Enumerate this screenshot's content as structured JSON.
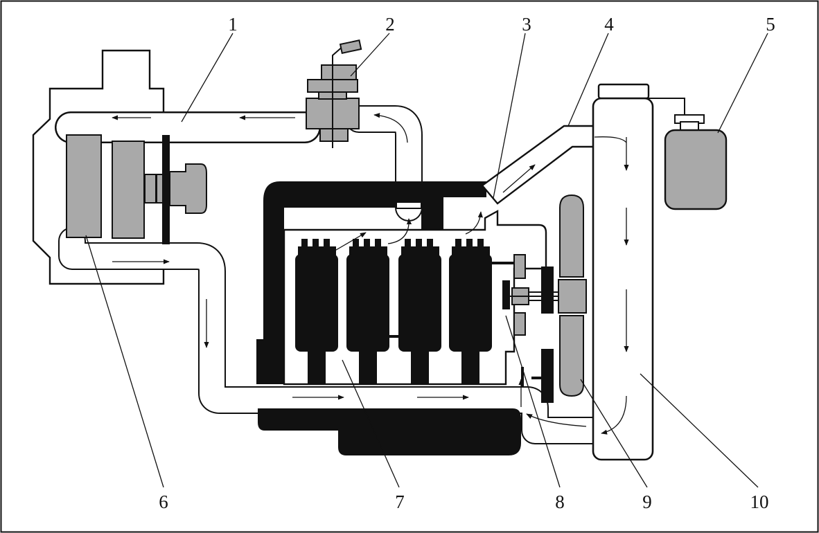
{
  "figure": {
    "callouts": [
      {
        "id": "1",
        "label": "1"
      },
      {
        "id": "2",
        "label": "2"
      },
      {
        "id": "3",
        "label": "3"
      },
      {
        "id": "4",
        "label": "4"
      },
      {
        "id": "5",
        "label": "5"
      },
      {
        "id": "6",
        "label": "6"
      },
      {
        "id": "7",
        "label": "7"
      },
      {
        "id": "8",
        "label": "8"
      },
      {
        "id": "9",
        "label": "9"
      },
      {
        "id": "10",
        "label": "10"
      }
    ],
    "colors": {
      "ink": "#111111",
      "component_fill": "#a9a9a9",
      "paper": "#ffffff"
    }
  }
}
